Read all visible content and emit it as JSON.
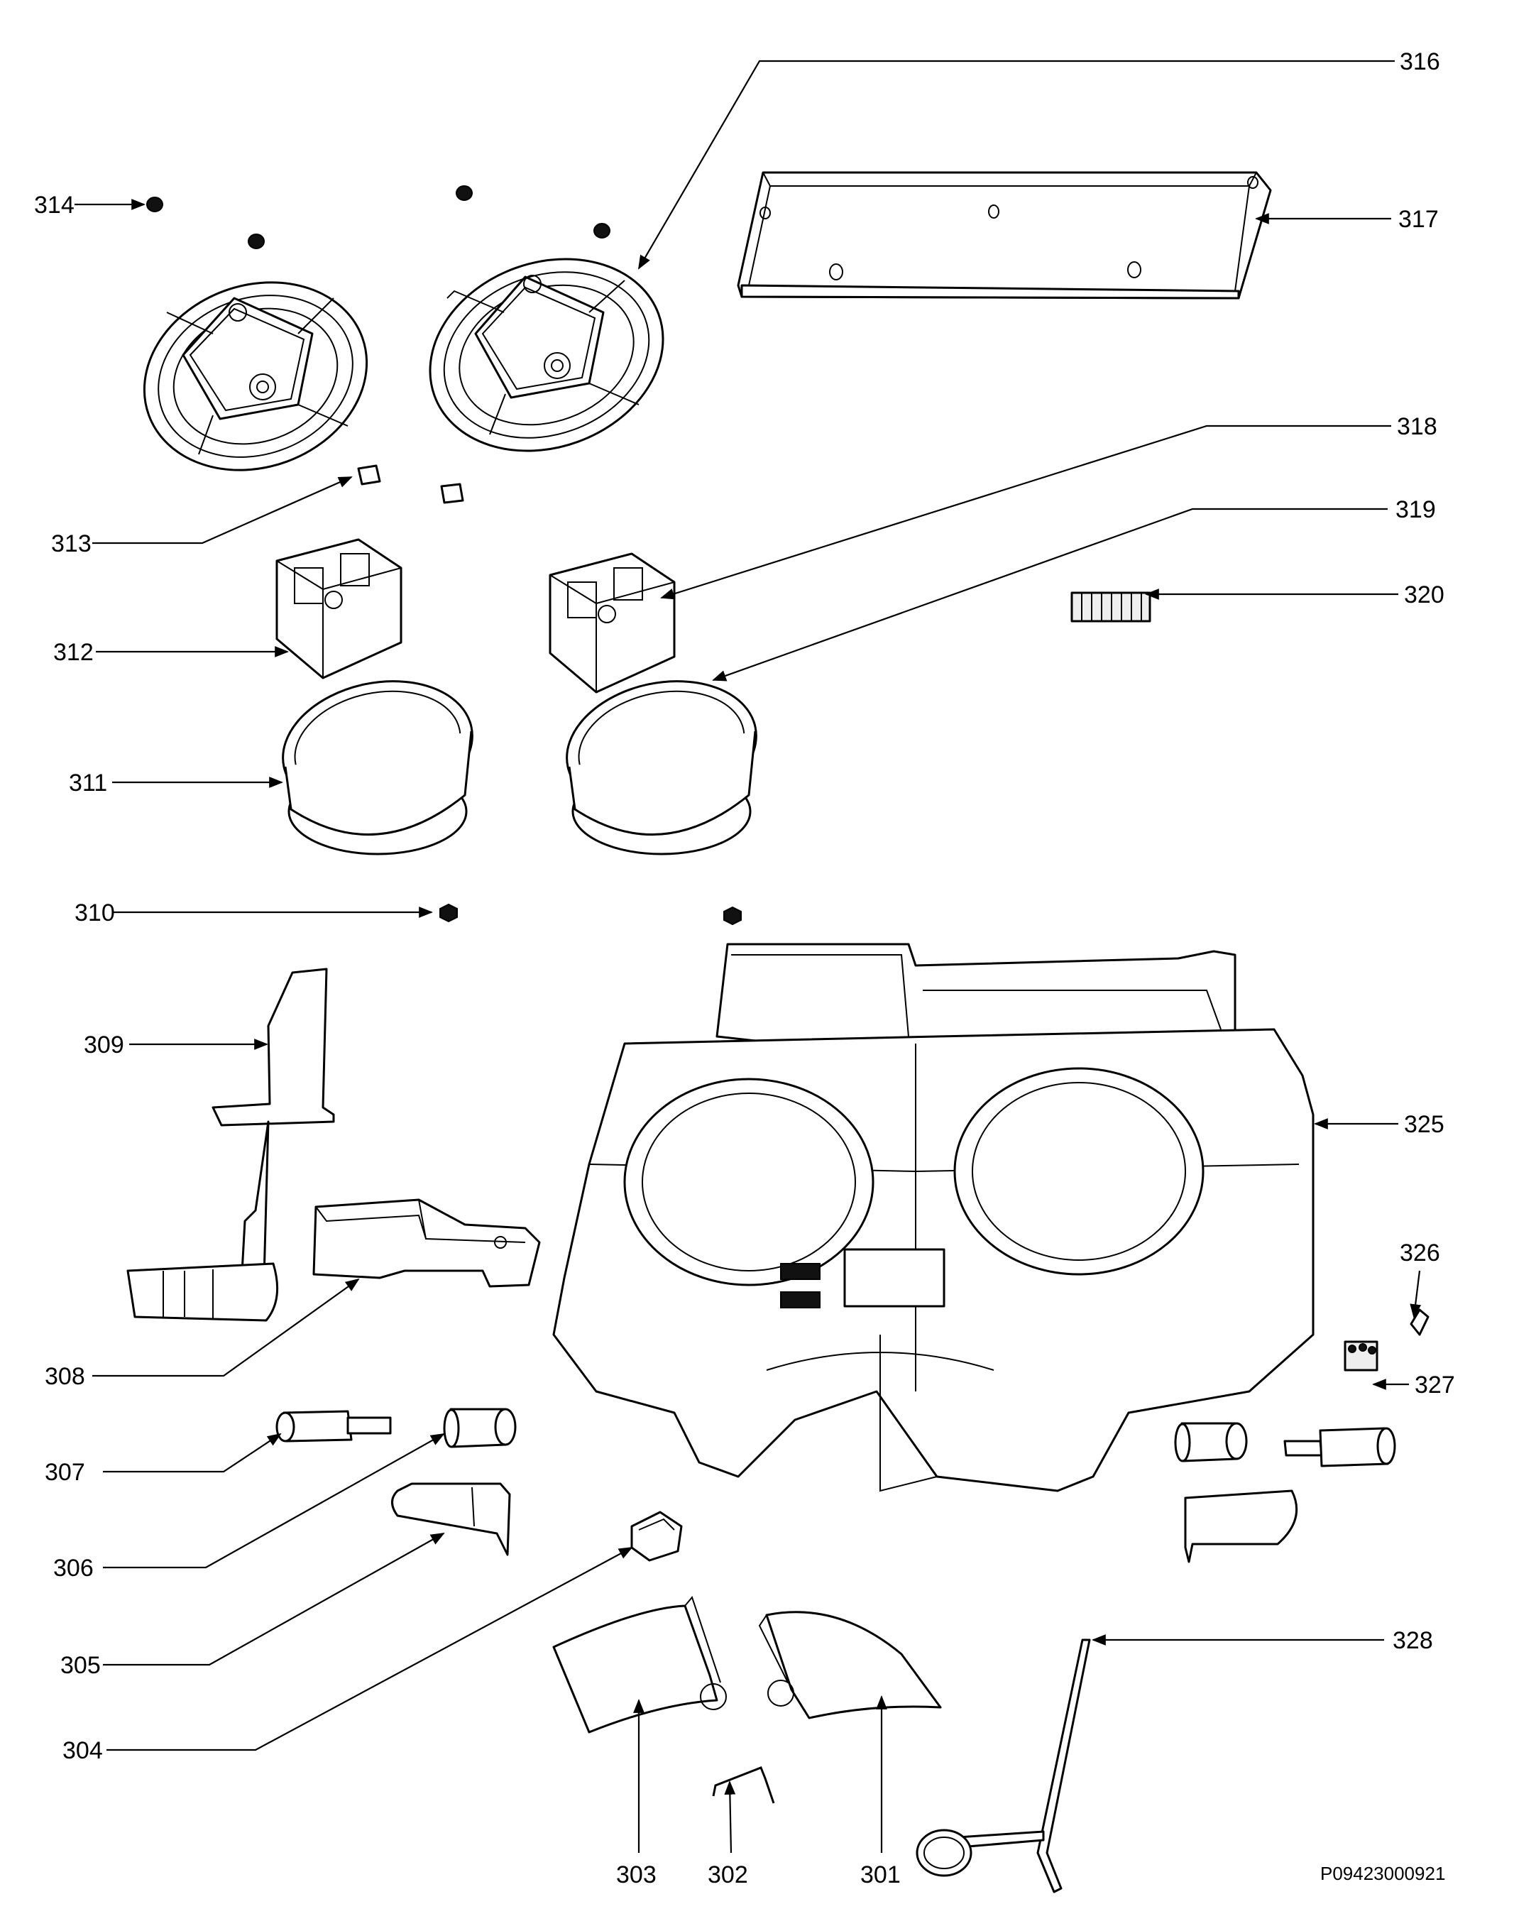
{
  "callouts": [
    {
      "id": "314",
      "label": "314"
    },
    {
      "id": "316",
      "label": "316"
    },
    {
      "id": "317",
      "label": "317"
    },
    {
      "id": "318",
      "label": "318"
    },
    {
      "id": "319",
      "label": "319"
    },
    {
      "id": "320",
      "label": "320"
    },
    {
      "id": "313",
      "label": "313"
    },
    {
      "id": "312",
      "label": "312"
    },
    {
      "id": "311",
      "label": "311"
    },
    {
      "id": "310",
      "label": "310"
    },
    {
      "id": "309",
      "label": "309"
    },
    {
      "id": "308",
      "label": "308"
    },
    {
      "id": "325",
      "label": "325"
    },
    {
      "id": "326",
      "label": "326"
    },
    {
      "id": "327",
      "label": "327"
    },
    {
      "id": "307",
      "label": "307"
    },
    {
      "id": "306",
      "label": "306"
    },
    {
      "id": "305",
      "label": "305"
    },
    {
      "id": "304",
      "label": "304"
    },
    {
      "id": "328",
      "label": "328"
    },
    {
      "id": "303",
      "label": "303"
    },
    {
      "id": "302",
      "label": "302"
    },
    {
      "id": "301",
      "label": "301"
    }
  ],
  "drawing_code": "P09423000921"
}
